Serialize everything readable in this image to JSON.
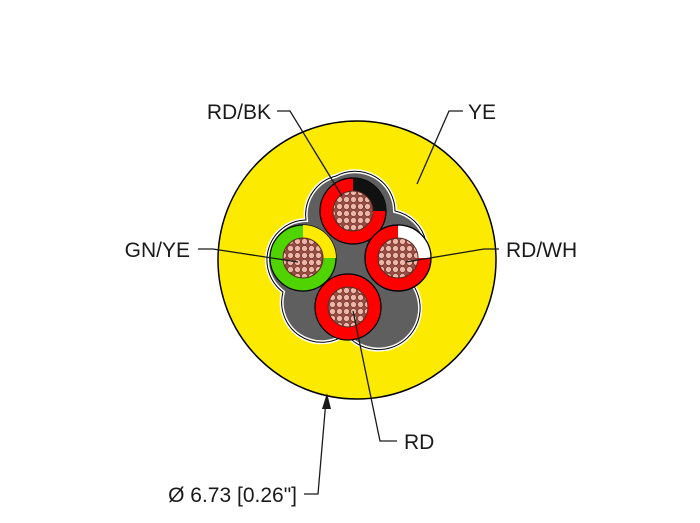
{
  "labels": {
    "rd_bk": "RD/BK",
    "ye": "YE",
    "gn_ye": "GN/YE",
    "rd_wh": "RD/WH",
    "rd": "RD",
    "diameter": "Ø 6.73 [0.26\"]"
  },
  "colors": {
    "jacket": "#FCEA00",
    "filler": "#5F5F5F",
    "red": "#FF0000",
    "black": "#111111",
    "white": "#FFFFFF",
    "green": "#4FD400",
    "yellow": "#FCEA00",
    "copper": "#E6AE9E",
    "outline": "#000000"
  }
}
